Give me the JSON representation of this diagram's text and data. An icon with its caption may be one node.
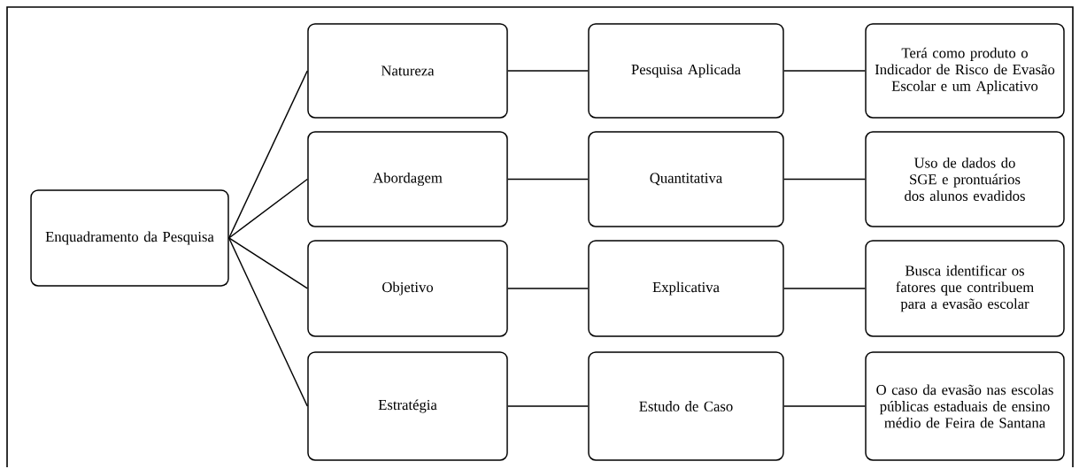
{
  "diagram": {
    "nodes": [
      {
        "text": [
          "Enquadramento da Pesquisa"
        ]
      },
      {
        "text": [
          "Natureza"
        ]
      },
      {
        "text": [
          "Pesquisa Aplicada"
        ]
      },
      {
        "text": [
          "Terá como produto o Indicador de Risco de Evasão Escolar e um Aplicativo"
        ]
      },
      {
        "text": [
          "Abordagem"
        ]
      },
      {
        "text": [
          "Quantitativa"
        ]
      },
      {
        "text": [
          "Uso de dados do SGE e prontuários dos alunos evadidos"
        ]
      },
      {
        "text": [
          "Objetivo"
        ]
      },
      {
        "text": [
          "Explicativa"
        ]
      },
      {
        "text": [
          "Busca identificar os fatores que contribuem para a evasão escolar"
        ]
      },
      {
        "text": [
          "Estratégia"
        ]
      },
      {
        "text": [
          "Estudo de Caso"
        ]
      },
      {
        "text": [
          "O caso da evasão nas escolas públicas estaduais de ensino médio de Feira de Santana"
        ]
      }
    ],
    "edges": [
      {
        "from": 0,
        "to": 1,
        "arrow": "none"
      },
      {
        "from": 0,
        "to": 4,
        "arrow": "none"
      },
      {
        "from": 0,
        "to": 7,
        "arrow": "none"
      },
      {
        "from": 0,
        "to": 10,
        "arrow": "none"
      },
      {
        "from": 1,
        "to": 2,
        "arrow": "none"
      },
      {
        "from": 2,
        "to": 3,
        "arrow": "none"
      },
      {
        "from": 4,
        "to": 5,
        "arrow": "none"
      },
      {
        "from": 5,
        "to": 6,
        "arrow": "none"
      },
      {
        "from": 7,
        "to": 8,
        "arrow": "none"
      },
      {
        "from": 8,
        "to": 9,
        "arrow": "none"
      },
      {
        "from": 10,
        "to": 11,
        "arrow": "none"
      },
      {
        "from": 11,
        "to": 12,
        "arrow": "none"
      }
    ]
  }
}
